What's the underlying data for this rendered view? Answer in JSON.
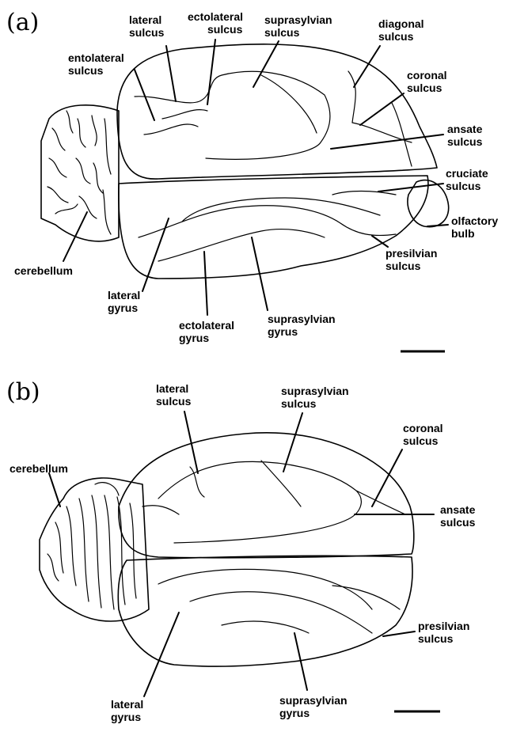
{
  "panel_a": {
    "letter": "(a)",
    "labels": {
      "lateral_sulcus": [
        "lateral",
        "sulcus"
      ],
      "ectolateral_sulcus": [
        "ectolateral",
        "sulcus"
      ],
      "suprasylvian_sulcus": [
        "suprasylvian",
        "sulcus"
      ],
      "diagonal_sulcus": [
        "diagonal",
        "sulcus"
      ],
      "entolateral_sulcus": [
        "entolateral",
        "sulcus"
      ],
      "coronal_sulcus": [
        "coronal",
        "sulcus"
      ],
      "ansate_sulcus": [
        "ansate",
        "sulcus"
      ],
      "cruciate_sulcus": [
        "cruciate",
        "sulcus"
      ],
      "olfactory_bulb": [
        "olfactory",
        "bulb"
      ],
      "cerebellum": [
        "cerebellum"
      ],
      "presilvian_sulcus": [
        "presilvian",
        "sulcus"
      ],
      "lateral_gyrus": [
        "lateral",
        "gyrus"
      ],
      "ectolateral_gyrus": [
        "ectolateral",
        "gyrus"
      ],
      "suprasylvian_gyrus": [
        "suprasylvian",
        "gyrus"
      ]
    }
  },
  "panel_b": {
    "letter": "(b)",
    "labels": {
      "lateral_sulcus": [
        "lateral",
        "sulcus"
      ],
      "suprasylvian_sulcus": [
        "suprasylvian",
        "sulcus"
      ],
      "coronal_sulcus": [
        "coronal",
        "sulcus"
      ],
      "cerebellum": [
        "cerebellum"
      ],
      "ansate_sulcus": [
        "ansate",
        "sulcus"
      ],
      "presilvian_sulcus": [
        "presilvian",
        "sulcus"
      ],
      "lateral_gyrus": [
        "lateral",
        "gyrus"
      ],
      "suprasylvian_gyrus": [
        "suprasylvian",
        "gyrus"
      ]
    }
  }
}
